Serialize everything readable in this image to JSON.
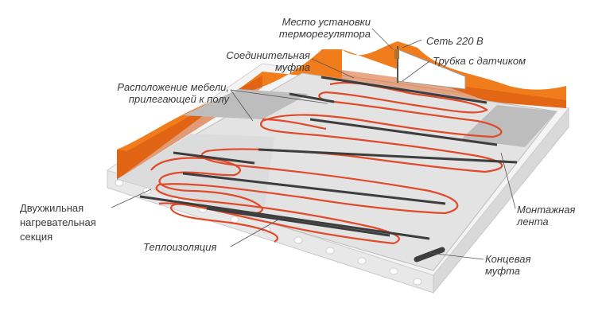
{
  "labels": {
    "thermostat_place": [
      "Место установки",
      "терморегулятора"
    ],
    "mains": "Сеть 220 В",
    "coupling": [
      "Соединительная",
      "муфта"
    ],
    "sensor_tube": "Трубка с датчиком",
    "furniture": [
      "Расположение мебели,",
      "прилегающей к полу"
    ],
    "heating_section": [
      "Двухжильная",
      "нагревательная",
      "секция"
    ],
    "insulation": "Теплоизоляция",
    "mounting_tape": [
      "Монтажная",
      "лента"
    ],
    "end_coupling": [
      "Концевая",
      "муфта"
    ]
  },
  "colors": {
    "wall_orange": "#f07c1c",
    "wall_dark": "#d4500c",
    "cable": "#e04a2a",
    "floor": "#e3e3e3",
    "slab": "#f2f2f2",
    "furniture_zone": "#bdbdbd",
    "tape": "#3d3d3d",
    "text": "#3a3a3a"
  }
}
